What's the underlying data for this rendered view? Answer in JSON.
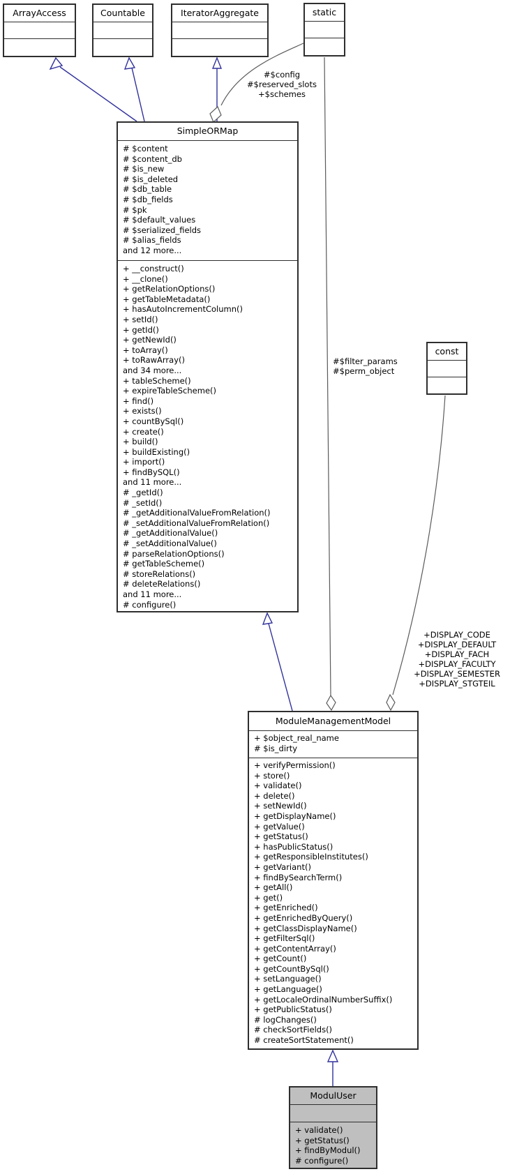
{
  "classes": {
    "array_access": {
      "title": "ArrayAccess"
    },
    "countable": {
      "title": "Countable"
    },
    "iterator_aggregate": {
      "title": "IteratorAggregate"
    },
    "static": {
      "title": "static"
    },
    "const": {
      "title": "const"
    },
    "simple_or_map": {
      "title": "SimpleORMap",
      "attributes": [
        "# $content",
        "# $content_db",
        "# $is_new",
        "# $is_deleted",
        "# $db_table",
        "# $db_fields",
        "# $pk",
        "# $default_values",
        "# $serialized_fields",
        "# $alias_fields",
        "and 12 more..."
      ],
      "methods": [
        "+ __construct()",
        "+ __clone()",
        "+ getRelationOptions()",
        "+ getTableMetadata()",
        "+ hasAutoIncrementColumn()",
        "+ setId()",
        "+ getId()",
        "+ getNewId()",
        "+ toArray()",
        "+ toRawArray()",
        "and 34 more...",
        "+ tableScheme()",
        "+ expireTableScheme()",
        "+ find()",
        "+ exists()",
        "+ countBySql()",
        "+ create()",
        "+ build()",
        "+ buildExisting()",
        "+ import()",
        "+ findBySQL()",
        "and 11 more...",
        "# _getId()",
        "# _setId()",
        "# _getAdditionalValueFromRelation()",
        "# _setAdditionalValueFromRelation()",
        "# _getAdditionalValue()",
        "# _setAdditionalValue()",
        "# parseRelationOptions()",
        "# getTableScheme()",
        "# storeRelations()",
        "# deleteRelations()",
        "and 11 more...",
        "# configure()"
      ]
    },
    "module_management_model": {
      "title": "ModuleManagementModel",
      "attributes": [
        "+ $object_real_name",
        "# $is_dirty"
      ],
      "methods": [
        "+ verifyPermission()",
        "+ store()",
        "+ validate()",
        "+ delete()",
        "+ setNewId()",
        "+ getDisplayName()",
        "+ getValue()",
        "+ getStatus()",
        "+ hasPublicStatus()",
        "+ getResponsibleInstitutes()",
        "+ getVariant()",
        "+ findBySearchTerm()",
        "+ getAll()",
        "+ get()",
        "+ getEnriched()",
        "+ getEnrichedByQuery()",
        "+ getClassDisplayName()",
        "+ getFilterSql()",
        "+ getContentArray()",
        "+ getCount()",
        "+ getCountBySql()",
        "+ setLanguage()",
        "+ getLanguage()",
        "+ getLocaleOrdinalNumberSuffix()",
        "+ getPublicStatus()",
        "# logChanges()",
        "# checkSortFields()",
        "# createSortStatement()"
      ]
    },
    "modul_user": {
      "title": "ModulUser",
      "methods": [
        "+ validate()",
        "+ getStatus()",
        "+ findByModul()",
        "# configure()"
      ]
    }
  },
  "edge_labels": {
    "static_to_simpleormap": [
      "#$config",
      "#$reserved_slots",
      "+$schemes"
    ],
    "static_to_modulemanagementmodel": [
      "#$filter_params",
      "#$perm_object"
    ],
    "const_to_modulemanagementmodel": [
      "+DISPLAY_CODE",
      "+DISPLAY_DEFAULT",
      "+DISPLAY_FACH",
      "+DISPLAY_FACULTY",
      "+DISPLAY_SEMESTER",
      "+DISPLAY_STGTEIL"
    ]
  },
  "colors": {
    "inheritance": "#31319c",
    "aggregation": "#5a5a5a",
    "border": "#2e2e2e",
    "node_fill": "#ffffff",
    "highlight_fill": "#bfbfbf"
  }
}
